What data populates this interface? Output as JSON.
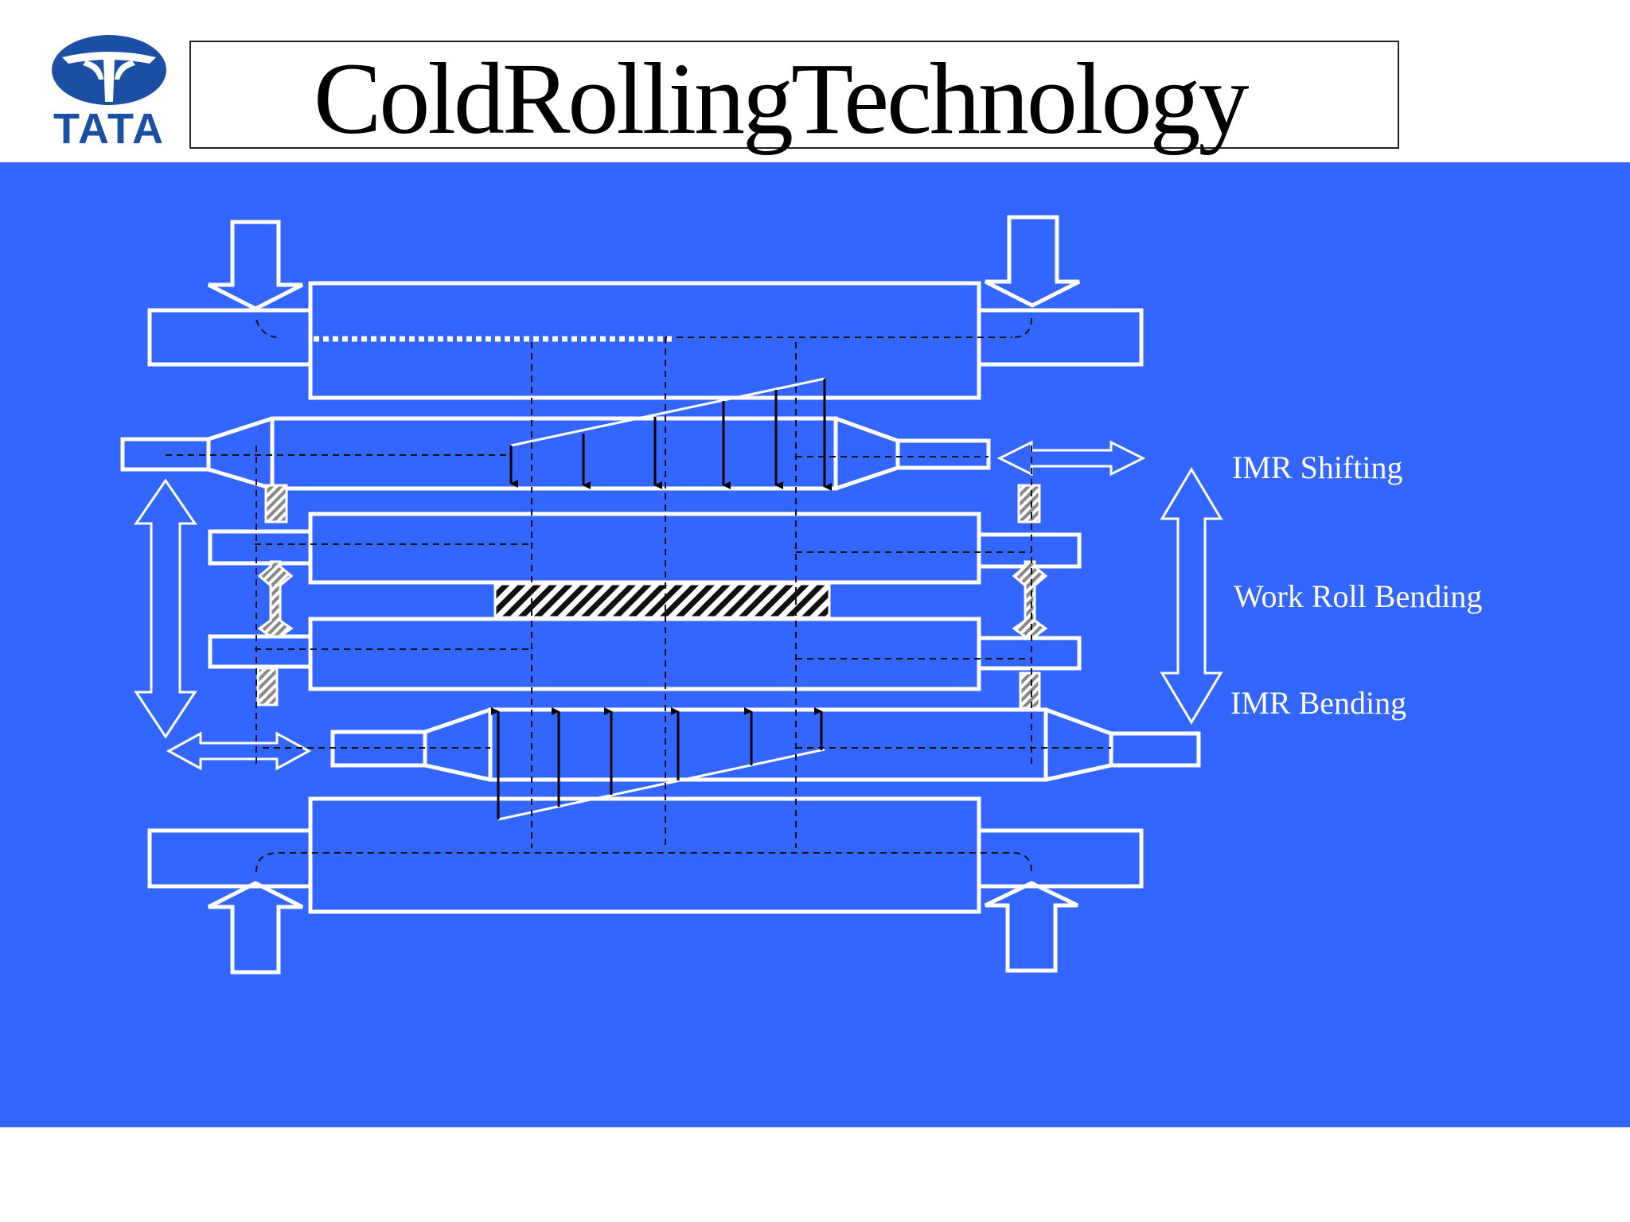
{
  "header": {
    "logo_text": "TATA",
    "title": "ColdRollingTechnology"
  },
  "diagram": {
    "labels": {
      "imr_shifting": "IMR Shifting",
      "work_roll_bending": "Work Roll Bending",
      "imr_bending": "IMR Bending"
    }
  },
  "colors": {
    "panel": "#3366ff",
    "outline": "#ffffff",
    "logo": "#1b4fa3"
  }
}
